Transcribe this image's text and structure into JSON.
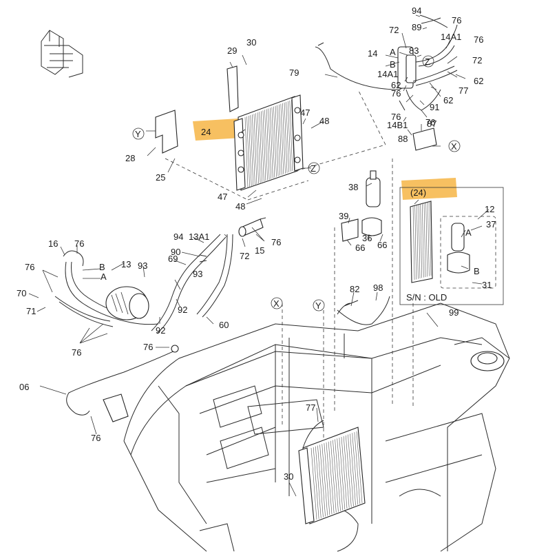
{
  "highlight_color": "#f6b545",
  "labels": {
    "p94_top": "94",
    "p76_top1": "76",
    "p89": "89",
    "p72_a": "72",
    "p14A1_top": "14A1",
    "p76_top2": "76",
    "p14": "14",
    "pA_top": "A",
    "pB_top": "B",
    "p83": "83",
    "p72_b": "72",
    "pZ_top": "Z",
    "p14A1_mid": "14A1",
    "p62_a": "62",
    "p62_b": "62",
    "p77_top": "77",
    "p62_c": "62",
    "p76_mid": "76",
    "p76_mid2": "76",
    "p91": "91",
    "p76_r": "76",
    "p14B1": "14B1",
    "p87": "87",
    "p88": "88",
    "pX_top": "X",
    "p79": "79",
    "p29": "29",
    "p30_top": "30",
    "p24": "24",
    "p47_a": "47",
    "p48_a": "48",
    "pY_left": "Y",
    "p28": "28",
    "p25": "25",
    "pZ_mid": "Z",
    "p47_b": "47",
    "p48_b": "48",
    "p38": "38",
    "p24_old": "(24)",
    "p12": "12",
    "p37": "37",
    "pA_old": "A",
    "pB_old": "B",
    "p31": "31",
    "sn_old": "S/N : OLD",
    "p39": "39",
    "p36": "36",
    "p66_a": "66",
    "p66_b": "66",
    "p82": "82",
    "p98": "98",
    "p16": "16",
    "p76_cmp": "76",
    "p94_mid": "94",
    "p13A1": "13A1",
    "p76_hose": "76",
    "p90": "90",
    "p72_mid": "72",
    "p15": "15",
    "p13": "13",
    "pB_left": "B",
    "pA_left": "A",
    "p76_left": "76",
    "p93_a": "93",
    "p69": "69",
    "p93_b": "93",
    "p70": "70",
    "p71": "71",
    "p92_a": "92",
    "p92_b": "92",
    "p60": "60",
    "p76_bot": "76",
    "p76_wire": "76",
    "pX_frame": "X",
    "pY_frame": "Y",
    "p99": "99",
    "p06": "06",
    "p76_clip": "76",
    "p77_bot": "77",
    "p30_bot": "30"
  }
}
